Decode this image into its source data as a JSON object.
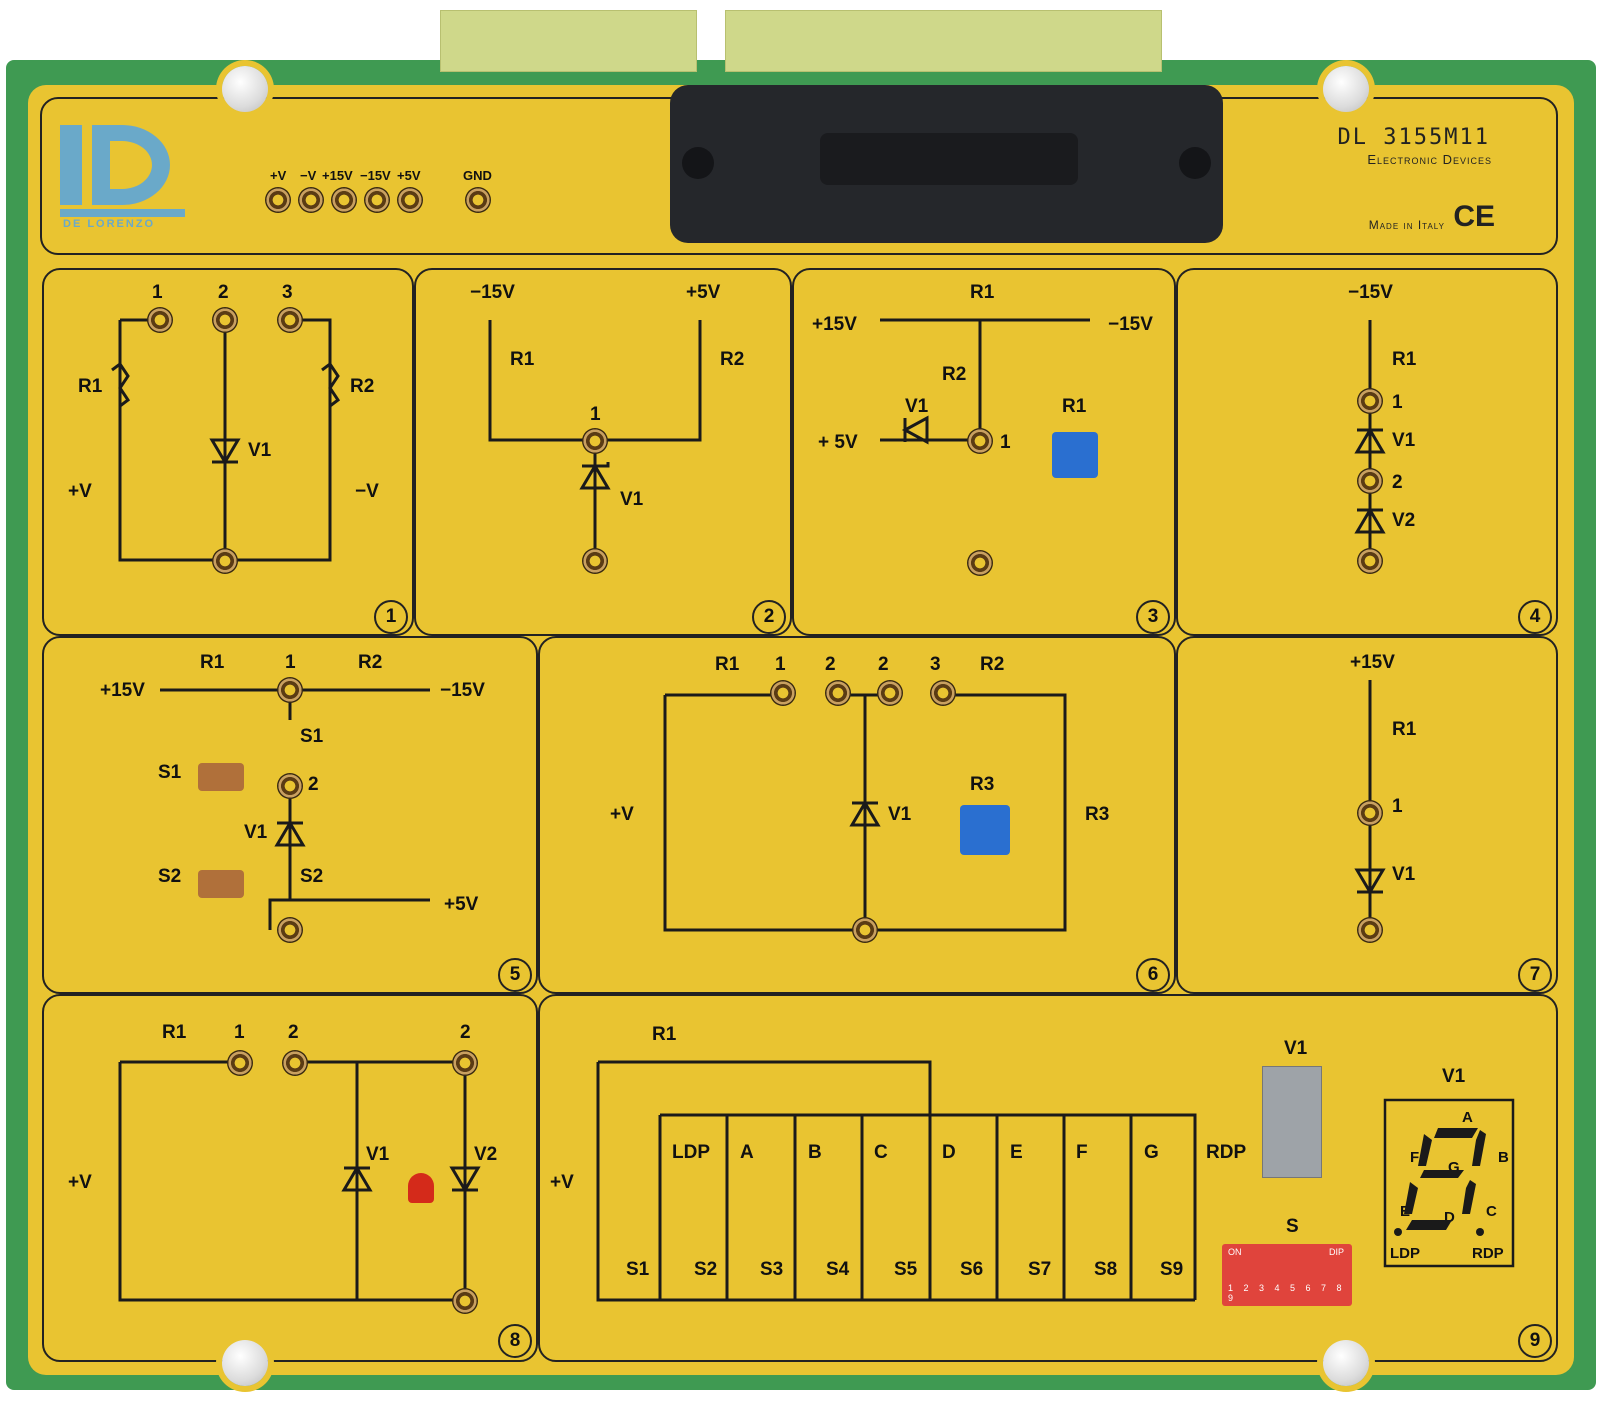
{
  "header": {
    "model": "DL 3155M11",
    "subtitle": "Electronic Devices",
    "made_in": "Made in Italy",
    "ce_mark": "CE",
    "brand": "DE LORENZO"
  },
  "power_terminals": [
    "+V",
    "−V",
    "+15V",
    "−15V",
    "+5V",
    "GND"
  ],
  "modules": [
    {
      "number": "1",
      "labels": [
        "1",
        "2",
        "3",
        "R1",
        "R2",
        "V1",
        "+V",
        "−V"
      ]
    },
    {
      "number": "2",
      "labels": [
        "−15V",
        "+5V",
        "R1",
        "R2",
        "1",
        "V1"
      ]
    },
    {
      "number": "3",
      "labels": [
        "R1",
        "+15V",
        "−15V",
        "R2",
        "V1",
        "+ 5V",
        "1",
        "R1"
      ]
    },
    {
      "number": "4",
      "labels": [
        "−15V",
        "R1",
        "1",
        "V1",
        "2",
        "V2"
      ]
    },
    {
      "number": "5",
      "labels": [
        "R1",
        "1",
        "R2",
        "+15V",
        "−15V",
        "S1",
        "S1",
        "2",
        "V1",
        "S2",
        "S2",
        "+5V"
      ]
    },
    {
      "number": "6",
      "labels": [
        "R1",
        "1",
        "2",
        "2",
        "3",
        "R2",
        "+V",
        "V1",
        "R3",
        "R3"
      ]
    },
    {
      "number": "7",
      "labels": [
        "+15V",
        "R1",
        "1",
        "V1"
      ]
    },
    {
      "number": "8",
      "labels": [
        "R1",
        "1",
        "2",
        "2",
        "+V",
        "V1",
        "V2"
      ]
    },
    {
      "number": "9",
      "labels": [
        "R1",
        "+V",
        "LDP",
        "A",
        "B",
        "C",
        "D",
        "E",
        "F",
        "G",
        "RDP",
        "S1",
        "S2",
        "S3",
        "S4",
        "S5",
        "S6",
        "S7",
        "S8",
        "S9",
        "V1",
        "S",
        "V1",
        "A",
        "B",
        "C",
        "D",
        "E",
        "F",
        "G",
        "LDP",
        "RDP"
      ]
    }
  ],
  "dip_switch": {
    "top_left": "ON",
    "top_right": "DIP",
    "numbers": "1 2 3 4 5 6 7 8 9"
  },
  "colors": {
    "panel": "#e9c431",
    "pcb": "#3f9a52",
    "connector": "#25272b",
    "logo": "#6aa9c9",
    "led": "#d42a1a",
    "pot": "#2a6fd0",
    "dip": "#e0443c"
  }
}
